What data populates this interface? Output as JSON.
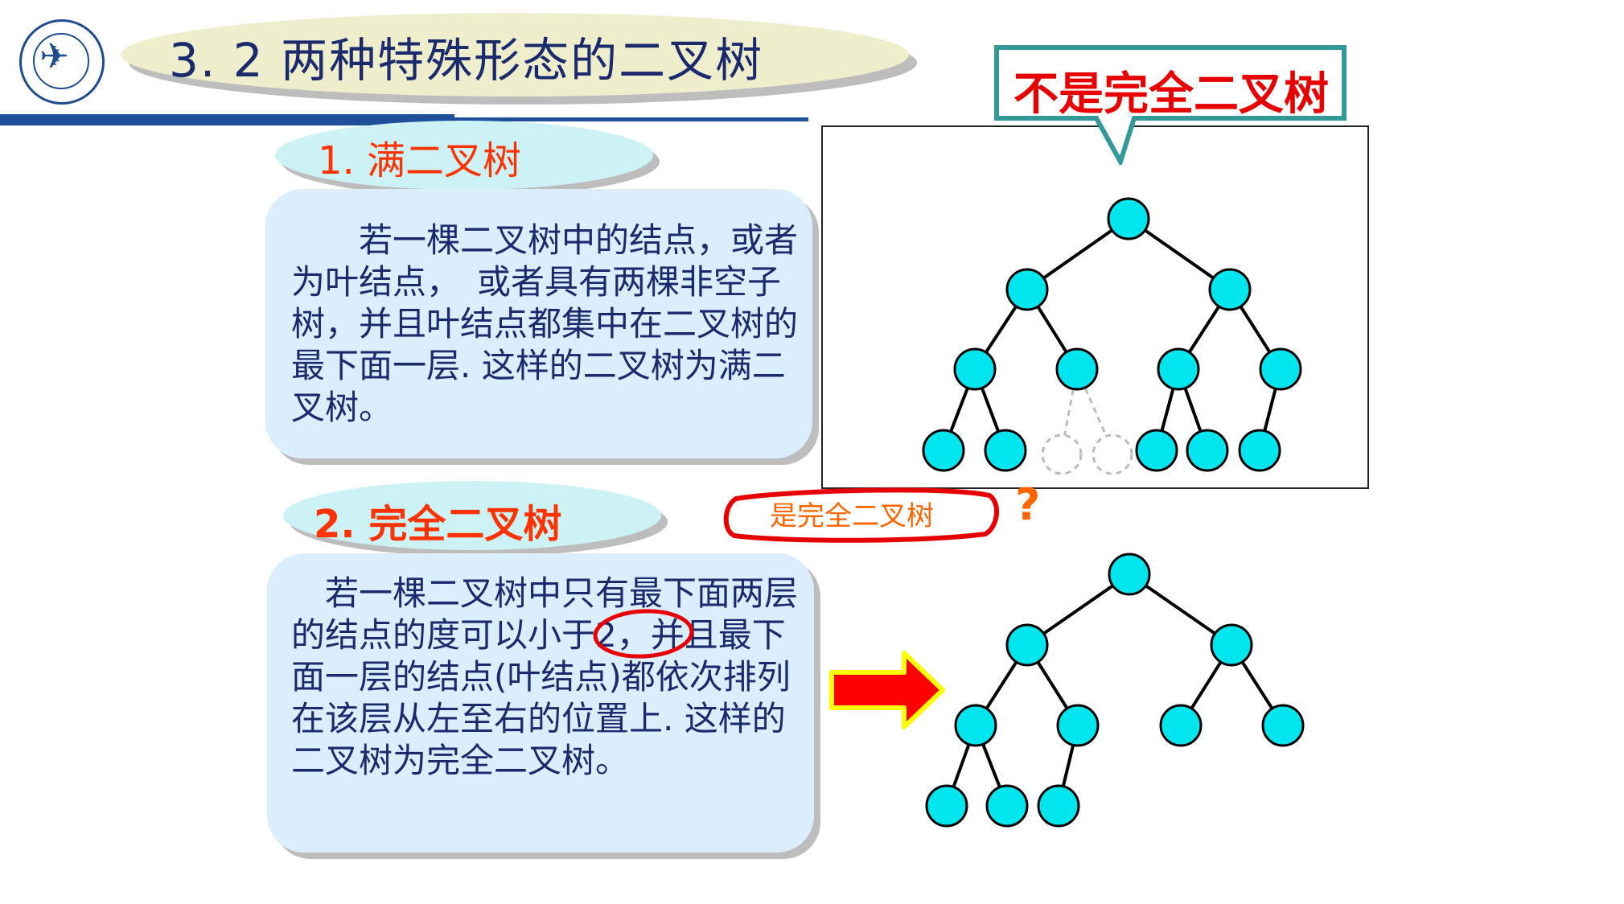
{
  "header": {
    "title": "3. 2  两种特殊形态的二叉树",
    "logo_icon": "university-seal-icon"
  },
  "sections": [
    {
      "heading": "1. 满二叉树",
      "text": "　　若一棵二叉树中的结点，或者为叶结点，　或者具有两棵非空子树，并且叶结点都集中在二叉树的最下面一层. 这样的二叉树为满二叉树。"
    },
    {
      "heading": "2. 完全二叉树",
      "text": "　若一棵二叉树中只有最下面两层的结点的度可以小于2，并且最下面一层的结点(叶结点)都依次排列在该层从左至右的位置上. 这样的二叉树为完全二叉树。"
    }
  ],
  "callout": {
    "text": "不是完全二叉树"
  },
  "handwritten_note": {
    "text": "是完全二叉树",
    "mark": "?"
  },
  "colors": {
    "node_fill": "#00e5ee",
    "title_color": "#1a2a6c",
    "heading_color": "#ff3300",
    "callout_text": "#e60000",
    "callout_border": "#339999",
    "annotation_red": "#e60000",
    "arrow_fill": "#ff0000",
    "arrow_border": "#ffff00"
  },
  "arrow_icon": "right-arrow-icon"
}
